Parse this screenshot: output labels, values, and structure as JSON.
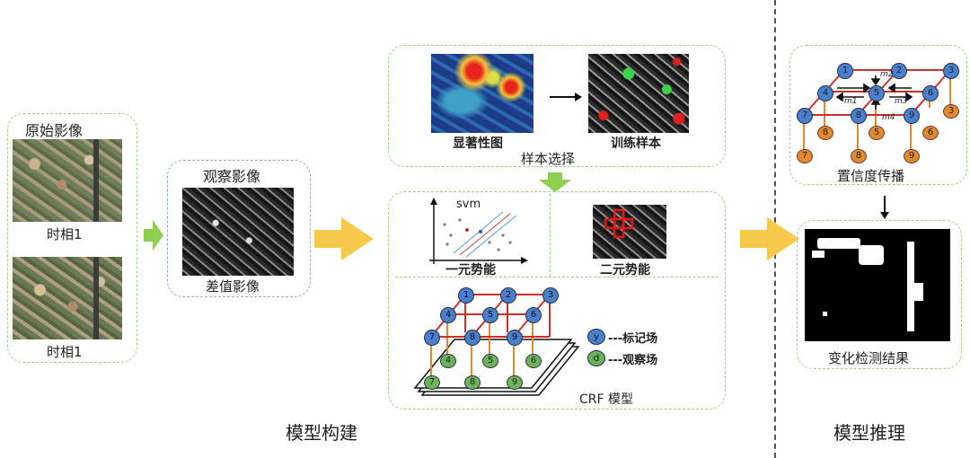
{
  "section_build": "模型构建",
  "section_infer": "模型推理",
  "original": {
    "title": "原始影像",
    "t1": "时相1",
    "t2": "时相1"
  },
  "observe": {
    "title": "观察影像",
    "caption": "差值影像"
  },
  "sample": {
    "saliency": "显著性图",
    "training": "训练样本",
    "caption": "样本选择"
  },
  "crf": {
    "svm": "svm",
    "unary": "一元势能",
    "pairwise": "二元势能",
    "caption": "CRF 模型",
    "legend_y_symbol": "y",
    "legend_y": "---标记场",
    "legend_d_symbol": "d",
    "legend_d": "---观察场",
    "y_nodes": [
      "1",
      "2",
      "3",
      "4",
      "5",
      "6",
      "7",
      "8",
      "9"
    ],
    "d_nodes": [
      "4",
      "5",
      "6",
      "7",
      "8",
      "9"
    ]
  },
  "propagation": {
    "caption": "置信度传播",
    "top_nodes": [
      "1",
      "2",
      "3",
      "4",
      "5",
      "6",
      "7",
      "8",
      "9"
    ],
    "bottom_nodes": [
      "8",
      "5",
      "7",
      "8",
      "9",
      "6",
      "3"
    ],
    "m_labels": [
      "m2",
      "m1",
      "m3",
      "m4"
    ]
  },
  "result": {
    "caption": "变化检测结果"
  },
  "colors": {
    "green_border": "#9fcf7f",
    "blue_border": "#8fa9d9",
    "arrow_yellow": "#f7c94a",
    "arrow_green": "#8fcf4f",
    "node_blue": "#4a7fd0",
    "node_green": "#6db35a",
    "node_orange": "#e08a2c",
    "edge_red": "#d0302a"
  }
}
